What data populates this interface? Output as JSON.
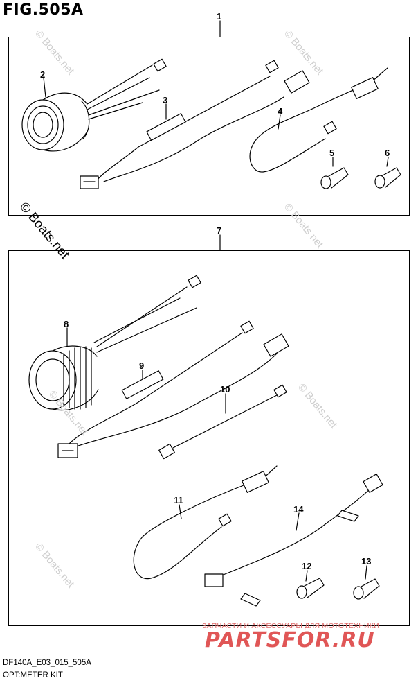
{
  "figure": {
    "title": "FIG.505A",
    "diagram_code": "DF140A_E03_015_505A",
    "caption": "OPT:METER KIT"
  },
  "callouts": [
    "1",
    "2",
    "3",
    "4",
    "5",
    "6",
    "7",
    "8",
    "9",
    "10",
    "11",
    "12",
    "13",
    "14"
  ],
  "watermark": {
    "primary": "© Boats.net",
    "faint": "© Boats.net"
  },
  "shop_overlay": {
    "caption": "ЗАПЧАСТИ И АКСЕССУАРЫ ДЛЯ МОТОТЕХНИКИ",
    "logo": "PARTSFOR.RU",
    "caption_color": "#e06b6b",
    "logo_color": "#e05656"
  },
  "icons": [
    "gauge-icon",
    "wire-harness-icon",
    "connector-icon",
    "cap-icon"
  ]
}
